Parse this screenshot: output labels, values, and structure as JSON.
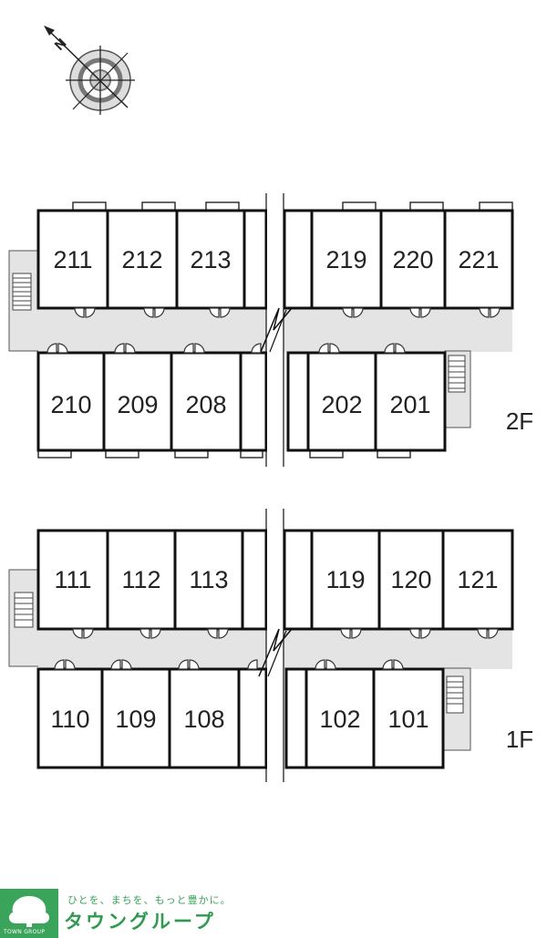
{
  "compass": {
    "north_label": "N",
    "icon": "compass-icon"
  },
  "floors": [
    {
      "label": "2F",
      "top_row": [
        "211",
        "212",
        "213",
        "219",
        "220",
        "221"
      ],
      "bottom_row": [
        "210",
        "209",
        "208",
        "202",
        "201"
      ]
    },
    {
      "label": "1F",
      "top_row": [
        "111",
        "112",
        "113",
        "119",
        "120",
        "121"
      ],
      "bottom_row": [
        "110",
        "109",
        "108",
        "102",
        "101"
      ]
    }
  ],
  "colors": {
    "wall": "#111111",
    "corridor": "#e4e4e4",
    "brand_green": "#3aa45a"
  },
  "logo": {
    "tagline": "ひとを、まちを、もっと豊かに。",
    "name": "タウングループ",
    "name_en": "TOWN GROUP"
  }
}
